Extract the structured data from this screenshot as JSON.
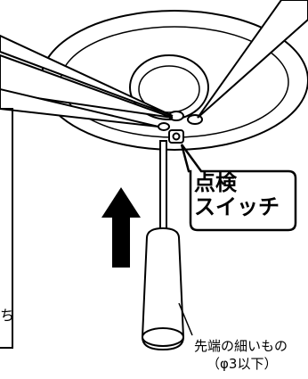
{
  "callout": {
    "line1": "点検",
    "line2": "スイッチ"
  },
  "tool_caption": {
    "line1": "先端の細いもの",
    "line2": "（φ3以下）"
  },
  "left_panel_glyph": "ち",
  "arrow_direction": "up",
  "colors": {
    "stroke": "#000000",
    "fill": "#ffffff",
    "arrow": "#000000"
  }
}
